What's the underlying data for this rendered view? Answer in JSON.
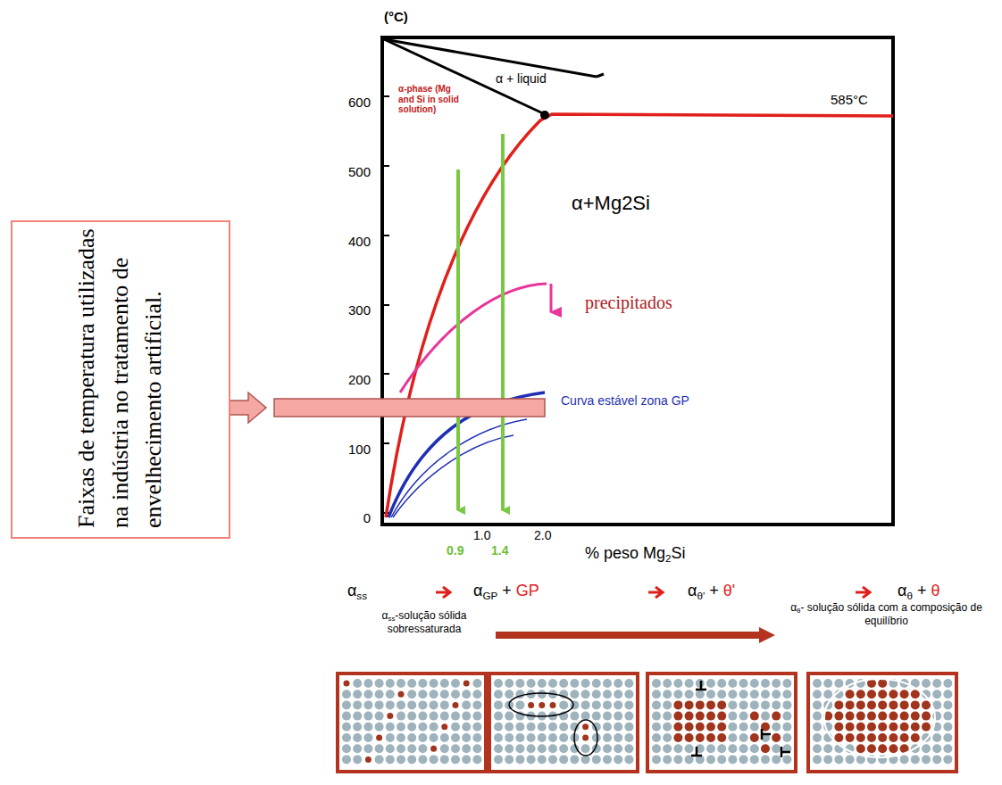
{
  "diagram": {
    "nodes": [
      {
        "text": [
          "Faixas de temperatura utilizadas na indústria no tratamento de envelhecimento artificial."
        ]
      }
    ],
    "labels": [
      "(°C)",
      "600",
      "500",
      "400",
      "300",
      "200",
      "100",
      "0",
      "α + liquid",
      "α-phase (Mg and Si in solid solution)",
      "585°C",
      "α+Mg2Si",
      "precipitados",
      "Curva estável zona GP",
      "1.0",
      "2.0",
      "0.9",
      "1.4",
      "% peso Mg2Si",
      "αss",
      "αGP + GP",
      "αθ' + θ'",
      "αθ + θ",
      "αss-solução sólida sobressaturada",
      "αθ- solução sólida com a composição de equilíbrio"
    ]
  }
}
